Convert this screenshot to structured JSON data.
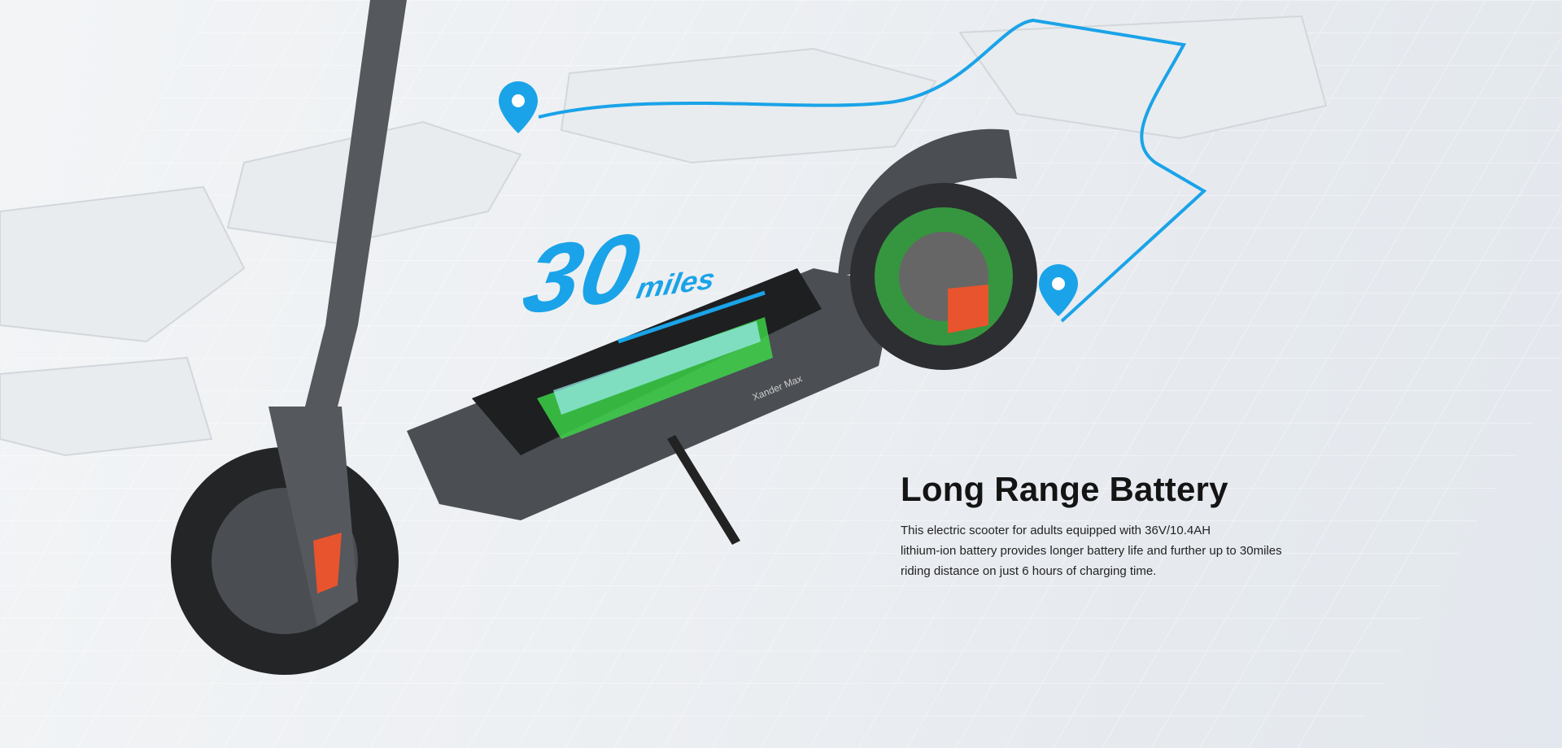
{
  "hero": {
    "title": "Long Range Battery",
    "description_lines": [
      "This electric scooter for adults equipped with 36V/10.4AH",
      "lithium-ion battery provides longer battery life and further up to 30miles",
      "riding distance on just 6 hours of charging time."
    ],
    "range_number": "30",
    "range_unit": "miles",
    "deck_brand": "Xander Max",
    "icons": [
      "location-pin-icon",
      "location-pin-icon"
    ],
    "colors": {
      "route": "#1aa3e8",
      "battery_glow": "#3ddc4a",
      "title": "#141414"
    }
  }
}
